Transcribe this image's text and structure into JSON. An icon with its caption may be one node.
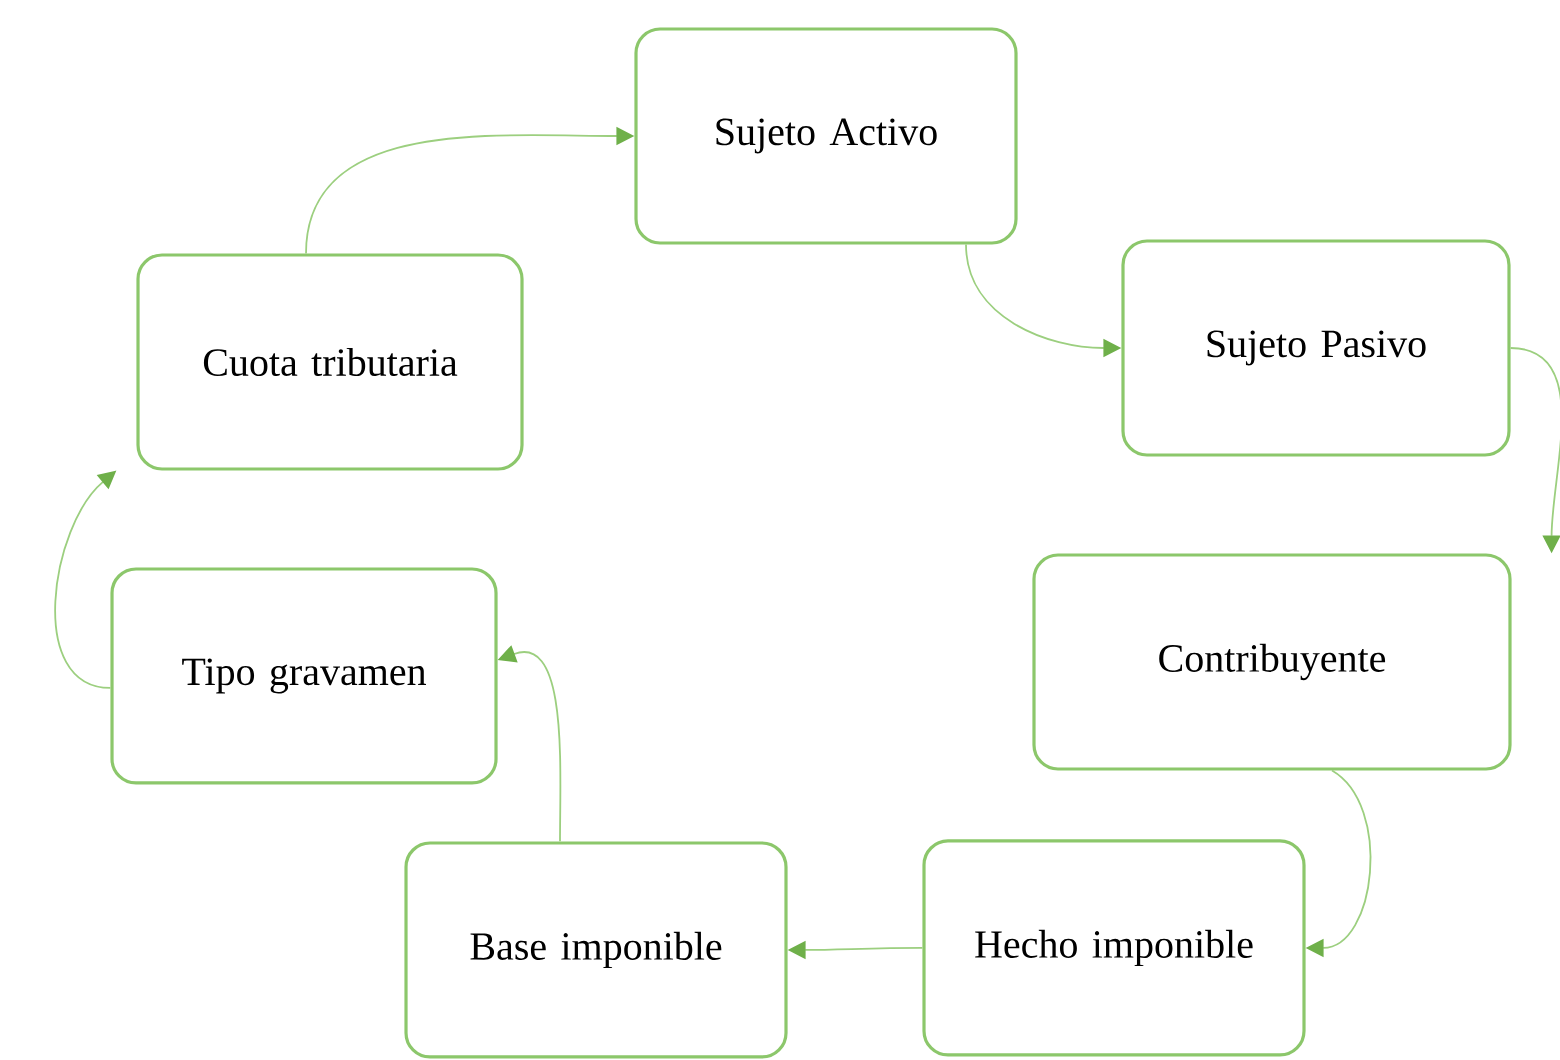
{
  "diagram": {
    "nodes": [
      {
        "text": [
          "Sujeto Activo"
        ]
      },
      {
        "text": [
          "Sujeto Pasivo"
        ]
      },
      {
        "text": [
          "Contribuyente"
        ]
      },
      {
        "text": [
          "Hecho imponible"
        ]
      },
      {
        "text": [
          "Base imponible"
        ]
      },
      {
        "text": [
          "Tipo gravamen"
        ]
      },
      {
        "text": [
          "Cuota tributaria"
        ]
      }
    ],
    "edges": [
      {
        "from": 0,
        "to": 1,
        "arrow": "to"
      },
      {
        "from": 1,
        "to": 2,
        "arrow": "to"
      },
      {
        "from": 2,
        "to": 3,
        "arrow": "to"
      },
      {
        "from": 3,
        "to": 4,
        "arrow": "to"
      },
      {
        "from": 4,
        "to": 5,
        "arrow": "to"
      },
      {
        "from": 5,
        "to": 6,
        "arrow": "to"
      },
      {
        "from": 6,
        "to": 0,
        "arrow": "to"
      }
    ]
  }
}
